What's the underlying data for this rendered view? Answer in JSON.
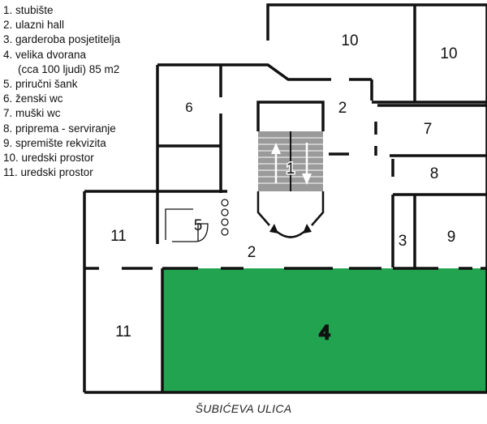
{
  "legend": {
    "items": [
      "1. stubište",
      "2. ulazni hall",
      "3. garderoba posjetitelja",
      "4. velika dvorana",
      "(cca 100 ljudi) 85 m2",
      "5. priručni šank",
      "6. ženski wc",
      "7. muški wc",
      "8. priprema - serviranje",
      "9. spremište rekvizita",
      "10. uredski prostor",
      "11. uredski prostor"
    ]
  },
  "rooms": {
    "r1": "1",
    "r2a": "2",
    "r2b": "2",
    "r3": "3",
    "r4": "4",
    "r5": "5",
    "r6": "6",
    "r7": "7",
    "r8": "8",
    "r9": "9",
    "r10a": "10",
    "r10b": "10",
    "r11a": "11",
    "r11b": "11"
  },
  "street_name": "ŠUBIĆEVA ULICA",
  "colors": {
    "hall": "#22a350",
    "stairs": "#9a9a9a",
    "wall": "#111111"
  }
}
